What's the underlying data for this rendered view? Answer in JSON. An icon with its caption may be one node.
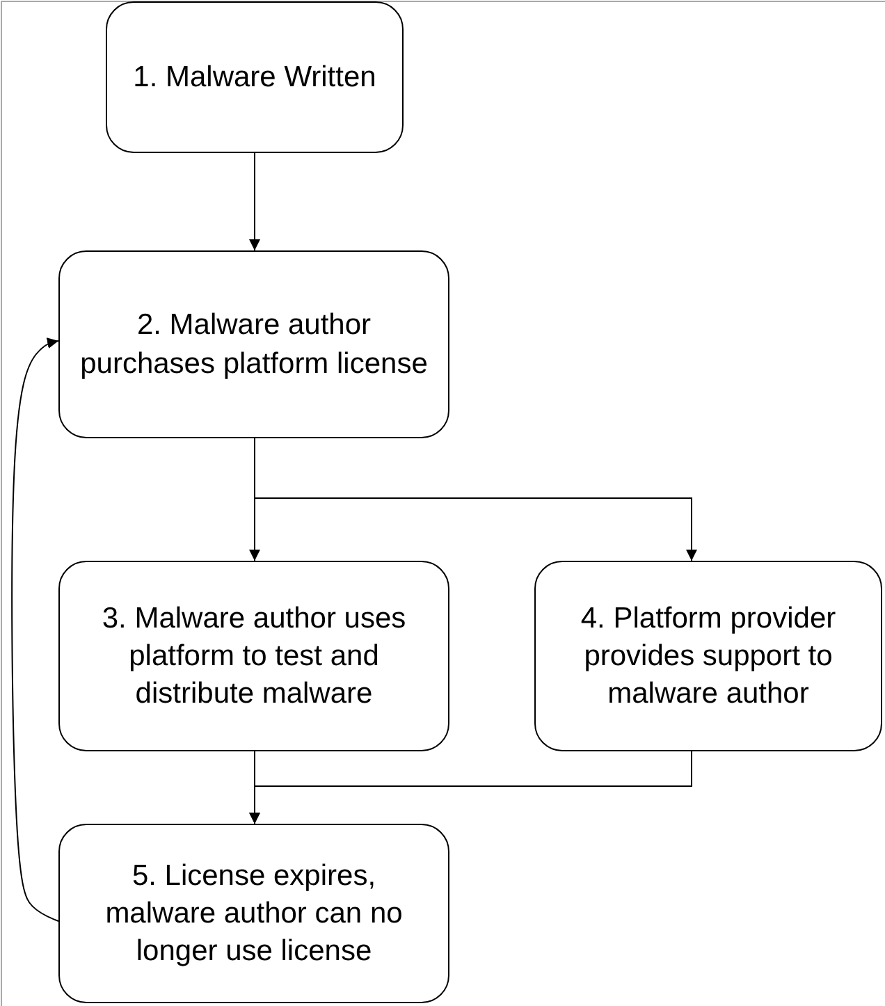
{
  "diagram": {
    "nodes": [
      {
        "text": [
          "1. Malware Written"
        ]
      },
      {
        "text": [
          "2. Malware author purchases platform license"
        ]
      },
      {
        "text": [
          "3. Malware author uses platform to test and distribute malware"
        ]
      },
      {
        "text": [
          "4. Platform provider provides support to malware author"
        ]
      },
      {
        "text": [
          "5. License expires, malware author can no longer use license"
        ]
      }
    ],
    "edges": [
      {
        "from": 0,
        "to": 1,
        "arrow": "to"
      },
      {
        "from": 1,
        "to": 2,
        "arrow": "to"
      },
      {
        "from": 1,
        "to": 3,
        "arrow": "to"
      },
      {
        "from": 2,
        "to": 4,
        "arrow": "to"
      },
      {
        "from": 3,
        "to": 4,
        "arrow": "to"
      },
      {
        "from": 4,
        "to": 1,
        "arrow": "to"
      }
    ]
  }
}
